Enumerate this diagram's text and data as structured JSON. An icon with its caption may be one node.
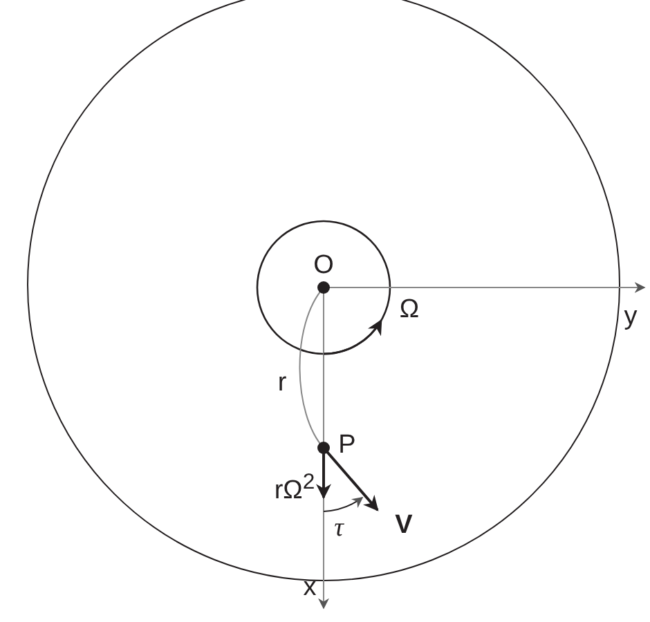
{
  "diagram": {
    "labels": [
      "O",
      "Ω",
      "y",
      "r",
      "P",
      "rΩ$^{2}$",
      "τ",
      "V",
      "x"
    ]
  }
}
